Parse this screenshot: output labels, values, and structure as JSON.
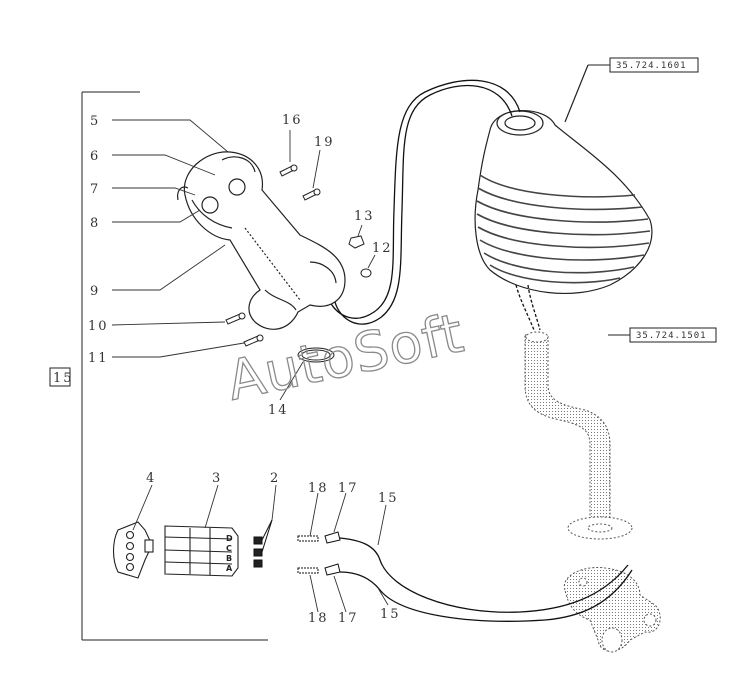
{
  "callouts": {
    "c2": "2",
    "c3": "3",
    "c4": "4",
    "c5": "5",
    "c6": "6",
    "c7": "7",
    "c8": "8",
    "c9": "9",
    "c10": "10",
    "c11": "11",
    "c12": "12",
    "c13": "13",
    "c14": "14",
    "c15a": "15",
    "c15b": "15",
    "c16": "16",
    "c17a": "17",
    "c17b": "17",
    "c18a": "18",
    "c18b": "18",
    "c19": "19"
  },
  "assembly_box": "15",
  "ref_boxes": {
    "top": "35.724.1601",
    "middle": "35.724.1501"
  },
  "connector_pins": {
    "d": "D",
    "c": "C",
    "b": "B",
    "a": "A"
  },
  "watermark": "AutoSoft"
}
